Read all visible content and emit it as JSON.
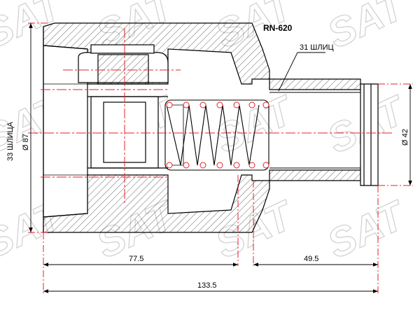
{
  "title": "RN-620",
  "callout_inner": "31 ШЛИЦ",
  "left_spline": "33 ШЛИЦА",
  "left_diameter": "Ø 87",
  "right_diameter": "Ø 42",
  "dim_left": "77.5",
  "dim_right": "49.5",
  "dim_total": "133.5",
  "watermark": "SAT",
  "colors": {
    "line": "#000000",
    "center": "#e8202a",
    "hatch": "#000000",
    "watermark": "#cfcfcf"
  }
}
